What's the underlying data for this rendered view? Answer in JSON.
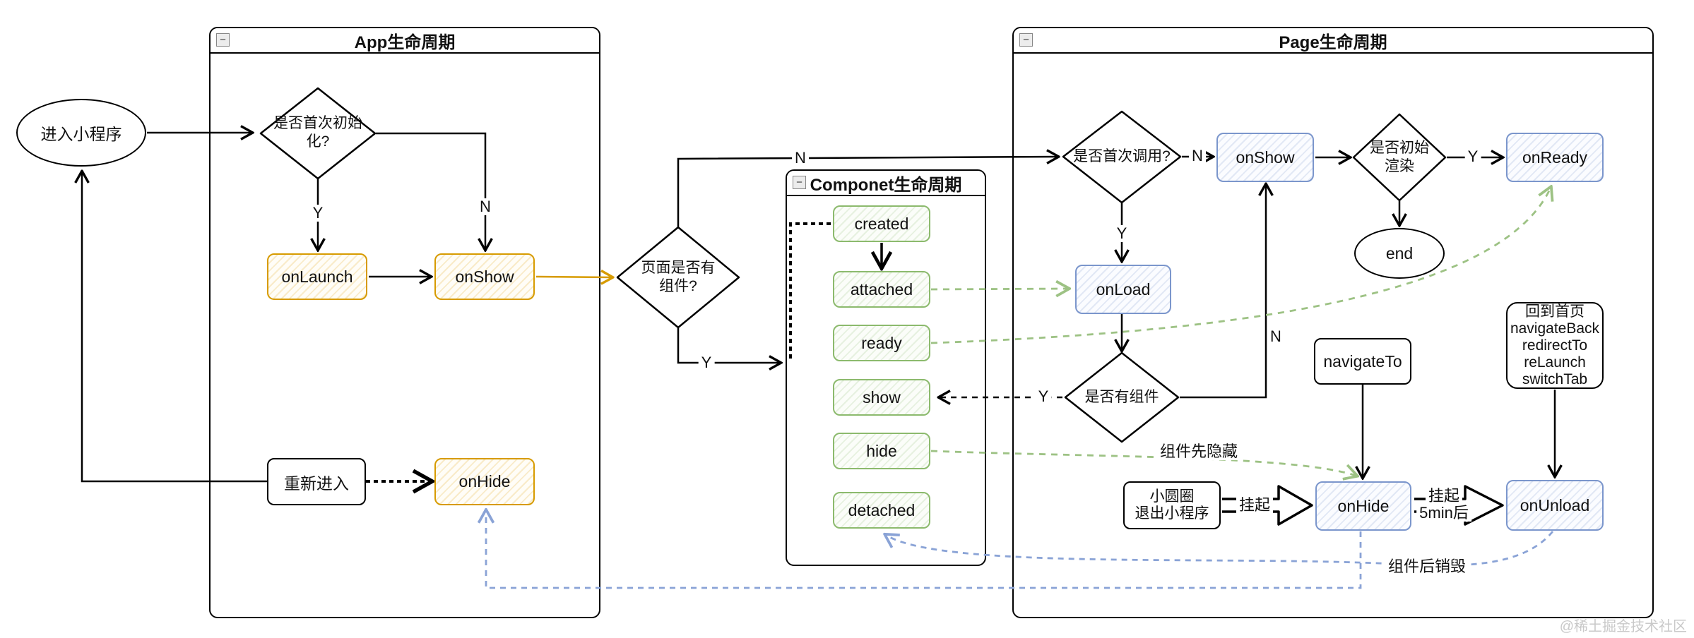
{
  "windows": {
    "app": {
      "title": "App生命周期"
    },
    "component": {
      "title": "Componet生命周期"
    },
    "page": {
      "title": "Page生命周期"
    }
  },
  "icons": {
    "minimize": "−"
  },
  "nodes": {
    "enter": "进入小程序",
    "initCheck": "是否首次初始化?",
    "onLaunch": "onLaunch",
    "onShowApp": "onShow",
    "reenter": "重新进入",
    "onHideApp": "onHide",
    "pageHasComp": {
      "line1": "页面是否有",
      "line2": "组件?"
    },
    "created": "created",
    "attached": "attached",
    "ready": "ready",
    "show": "show",
    "hide": "hide",
    "detached": "detached",
    "firstCall": "是否首次调用?",
    "onShowPage": "onShow",
    "initialRender": {
      "line1": "是否初始",
      "line2": "渲染"
    },
    "onReady": "onReady",
    "end": "end",
    "onLoad": "onLoad",
    "hasComp": "是否有组件",
    "navigateTo": "navigateTo",
    "navMethods": {
      "lines": [
        "回到首页",
        "navigateBack",
        "redirectTo",
        "reLaunch",
        "switchTab"
      ]
    },
    "exit": {
      "line1": "小圆圈",
      "line2": "退出小程序"
    },
    "onHidePage": "onHide",
    "onUnload": "onUnload"
  },
  "labels": {
    "yes": "Y",
    "no": "N",
    "suspend": "挂起",
    "suspend5min": "5min后",
    "compHideFirst": "组件先隐藏",
    "compDestroyAfter": "组件后销毁"
  },
  "watermark": "@稀土掘金技术社区",
  "colors": {
    "orange": "#d79b00",
    "blue": "#7b96cc",
    "green": "#8cba6d",
    "greenDash": "#9dc284",
    "blueDash": "#8aa3d6",
    "black": "#000000"
  }
}
